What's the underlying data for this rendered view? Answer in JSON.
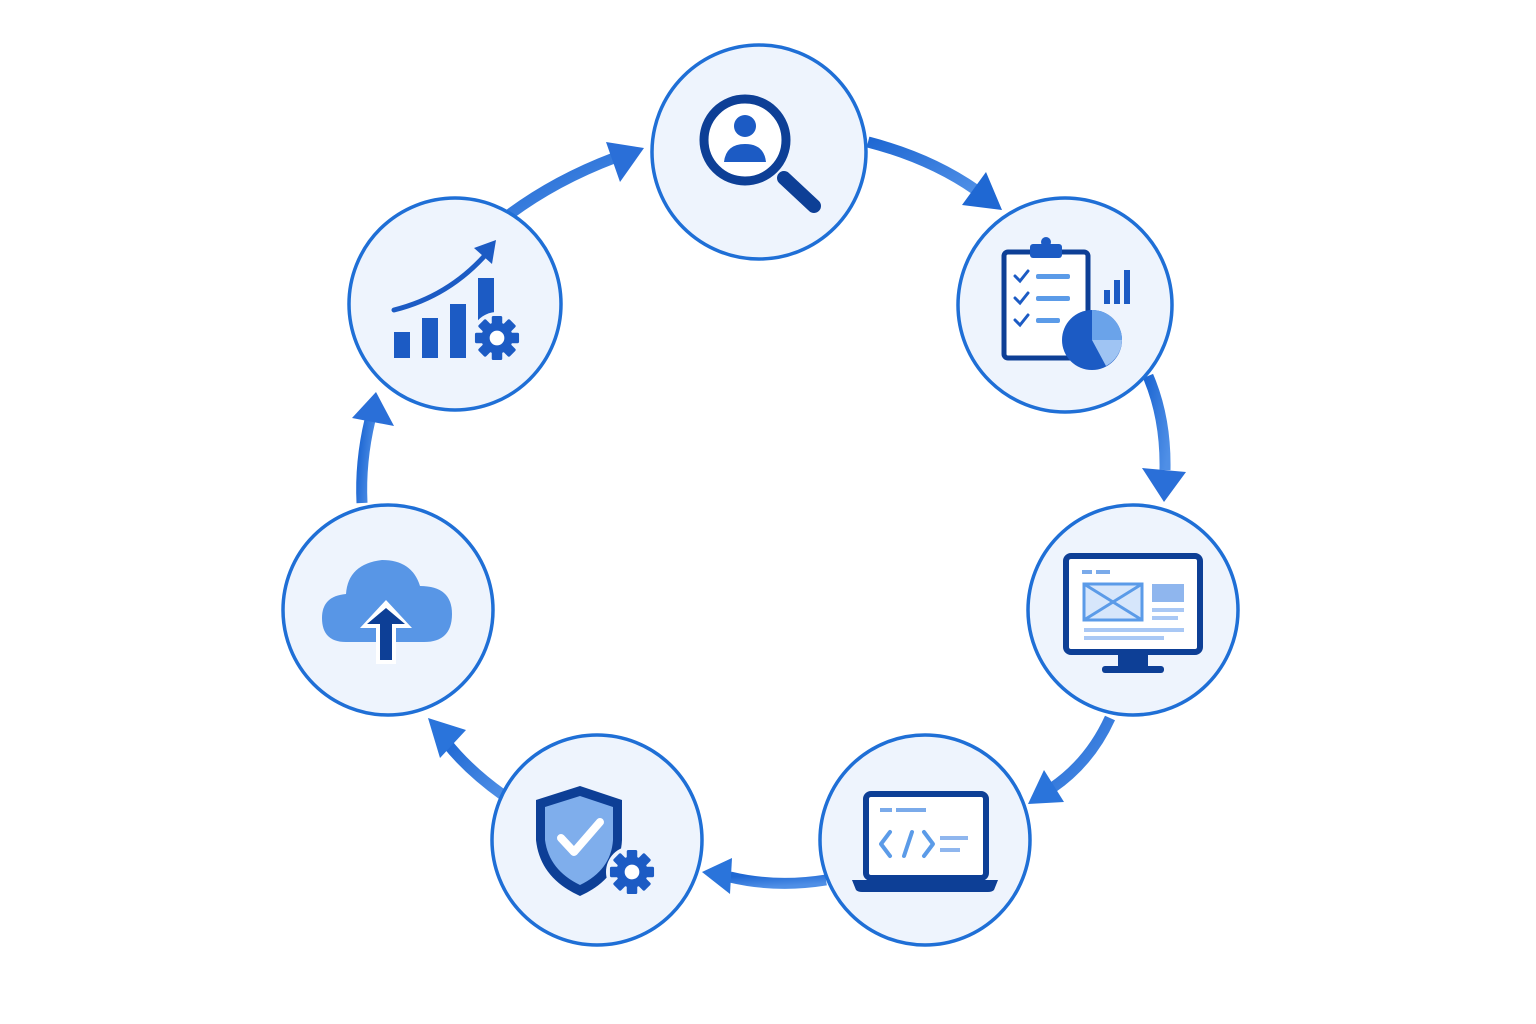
{
  "diagram": {
    "type": "cycle",
    "colors": {
      "ring": "#1f6fd6",
      "node_fill": "#eef4fd",
      "primary": "#1c5bc4",
      "dark": "#0d3f96",
      "light": "#5b9be8",
      "pale": "#a9c8f5",
      "arrow": "#2a74db"
    },
    "steps": [
      {
        "id": "discovery",
        "icon": "user-search-icon"
      },
      {
        "id": "planning-analysis",
        "icon": "clipboard-chart-icon"
      },
      {
        "id": "design",
        "icon": "monitor-wireframe-icon"
      },
      {
        "id": "development",
        "icon": "laptop-code-icon"
      },
      {
        "id": "testing-security",
        "icon": "shield-check-gear-icon"
      },
      {
        "id": "deployment",
        "icon": "cloud-upload-icon"
      },
      {
        "id": "growth-optimization",
        "icon": "growth-chart-gear-icon"
      }
    ]
  }
}
